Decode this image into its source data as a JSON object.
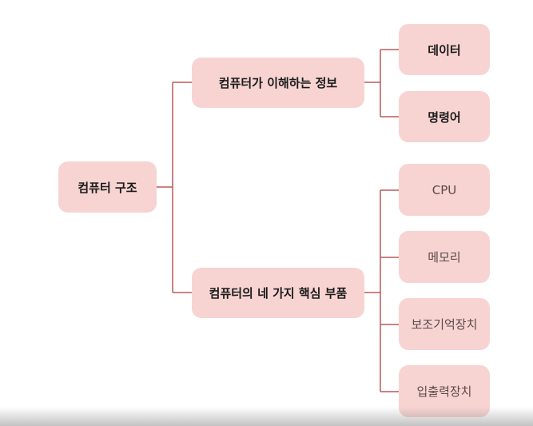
{
  "diagram": {
    "line_color": "#b85a5a",
    "node_color": "#f7d4d2",
    "root": {
      "label": "컴퓨터 구조"
    },
    "branches": [
      {
        "label": "컴퓨터가 이해하는 정보",
        "children": [
          {
            "label": "데이터"
          },
          {
            "label": "명령어"
          }
        ]
      },
      {
        "label": "컴퓨터의 네 가지 핵심 부품",
        "children": [
          {
            "label": "CPU"
          },
          {
            "label": "메모리"
          },
          {
            "label": "보조기억장치"
          },
          {
            "label": "입출력장치"
          }
        ]
      }
    ]
  }
}
